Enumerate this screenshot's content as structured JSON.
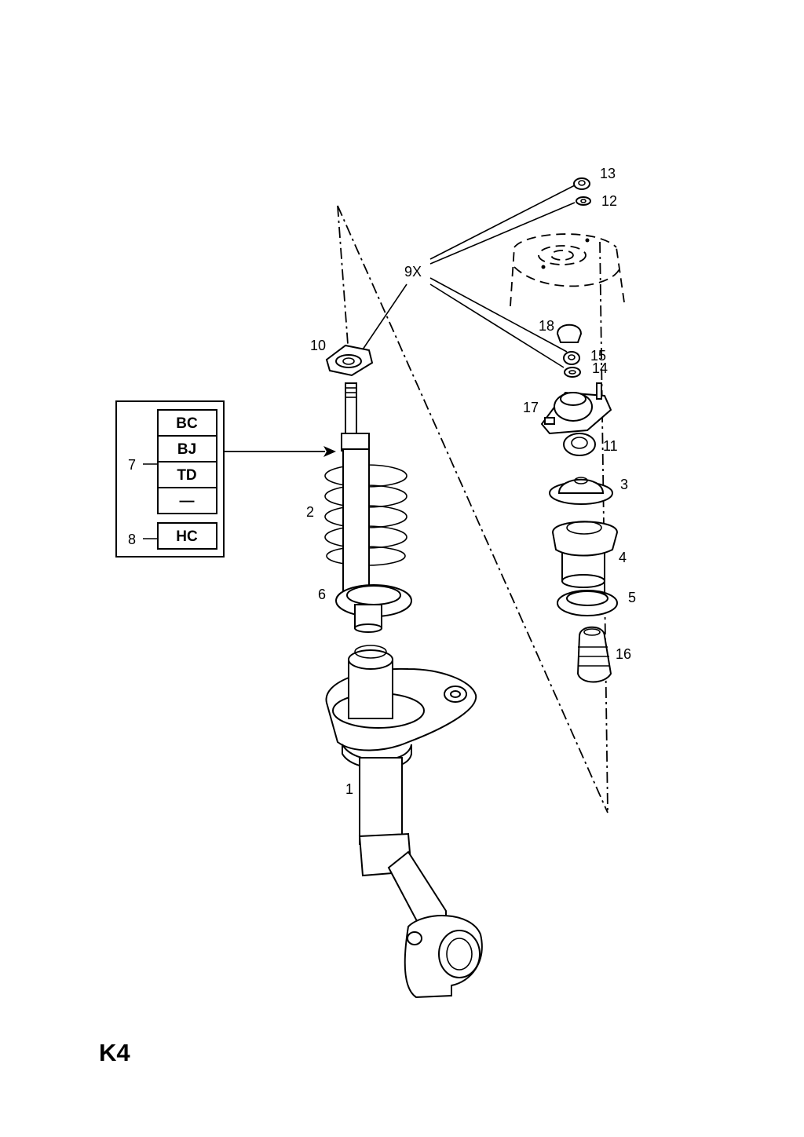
{
  "diagram": {
    "page_code": "K4",
    "variant_box": {
      "group_7": {
        "callout": "7",
        "codes": [
          "BC",
          "BJ",
          "TD",
          "—"
        ]
      },
      "group_8": {
        "callout": "8",
        "codes": [
          "HC"
        ]
      }
    },
    "callouts": {
      "p1": "1",
      "p2": "2",
      "p3": "3",
      "p4": "4",
      "p5": "5",
      "p6": "6",
      "p9": "9X",
      "p10": "10",
      "p11": "11",
      "p12": "12",
      "p13": "13",
      "p14": "14",
      "p15": "15",
      "p16": "16",
      "p17": "17",
      "p18": "18"
    }
  }
}
